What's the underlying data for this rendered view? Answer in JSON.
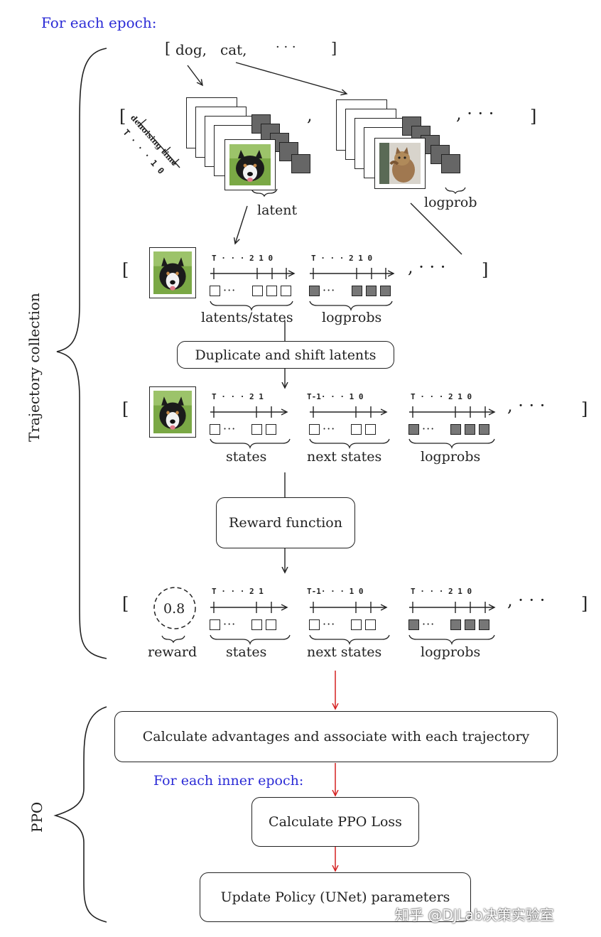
{
  "header": {
    "for_each_epoch": "For each epoch:"
  },
  "prompts": {
    "open": "[",
    "dog": "dog,",
    "cat": "cat,",
    "dots": "· · ·",
    "close": "]"
  },
  "top_row": {
    "denoising_time": "denoising time",
    "time_axis": "T · · · 1 0",
    "comma": ",",
    "ellipsis": ", · · ·",
    "close": "]",
    "latent_label": "latent",
    "logprob_label": "logprob"
  },
  "row1": {
    "ticks": "T · · · 2 1 0",
    "latents_label": "latents/states",
    "logprobs_label": "logprobs",
    "trail": ", · · ·",
    "close": "]"
  },
  "boxes": {
    "duplicate": "Duplicate and shift latents",
    "reward": "Reward function",
    "advantages": "Calculate advantages and associate with each trajectory",
    "ppo_loss": "Calculate PPO Loss",
    "update": "Update Policy (UNet) parameters"
  },
  "row2": {
    "ticks_states": "T · · · 2 1",
    "ticks_next": "T-1· · · 1 0",
    "ticks_logprobs": "T · · · 2 1 0",
    "states_label": "states",
    "next_states_label": "next states",
    "logprobs_label": "logprobs",
    "trail": ", · · ·",
    "open": "[",
    "close": "]"
  },
  "row3": {
    "reward_value": "0.8",
    "reward_label": "reward",
    "states_label": "states",
    "next_states_label": "next states",
    "logprobs_label": "logprobs"
  },
  "sections": {
    "trajectory": "Trajectory collection",
    "ppo": "PPO"
  },
  "inner": {
    "for_each_inner_epoch": "For each inner epoch:"
  },
  "watermark": "知乎 @DJLab决策实验室",
  "colors": {
    "blue": "#2b2bd6",
    "red_arrow": "#d42020",
    "gray_block": "#777777"
  }
}
